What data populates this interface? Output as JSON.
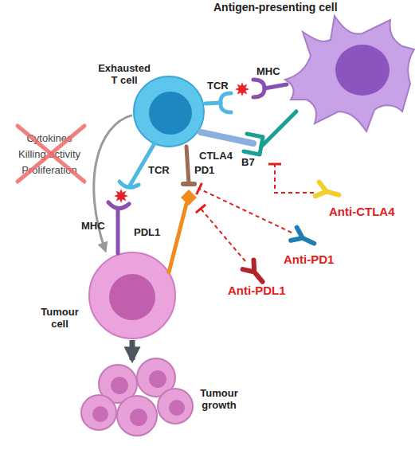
{
  "diagram": {
    "nodes": [
      {
        "text": [
          "Antigen-presenting cell"
        ]
      },
      {
        "text": [
          "Exhausted T cell"
        ]
      },
      {
        "text": [
          "Tumour cell"
        ]
      },
      {
        "text": [
          "Tumour growth"
        ]
      }
    ],
    "edges": [
      {
        "from": 1,
        "to": 2,
        "arrow": "to"
      },
      {
        "from": 2,
        "to": 3,
        "arrow": "to"
      }
    ],
    "labels": [
      "TCR",
      "MHC",
      "CTLA4",
      "B7",
      "Cytokines",
      "Killing activity",
      "Proliferation",
      "TCR",
      "PD1",
      "Anti-CTLA4",
      "MHC",
      "PDL1",
      "Anti-PD1",
      "Anti-PDL1"
    ]
  }
}
